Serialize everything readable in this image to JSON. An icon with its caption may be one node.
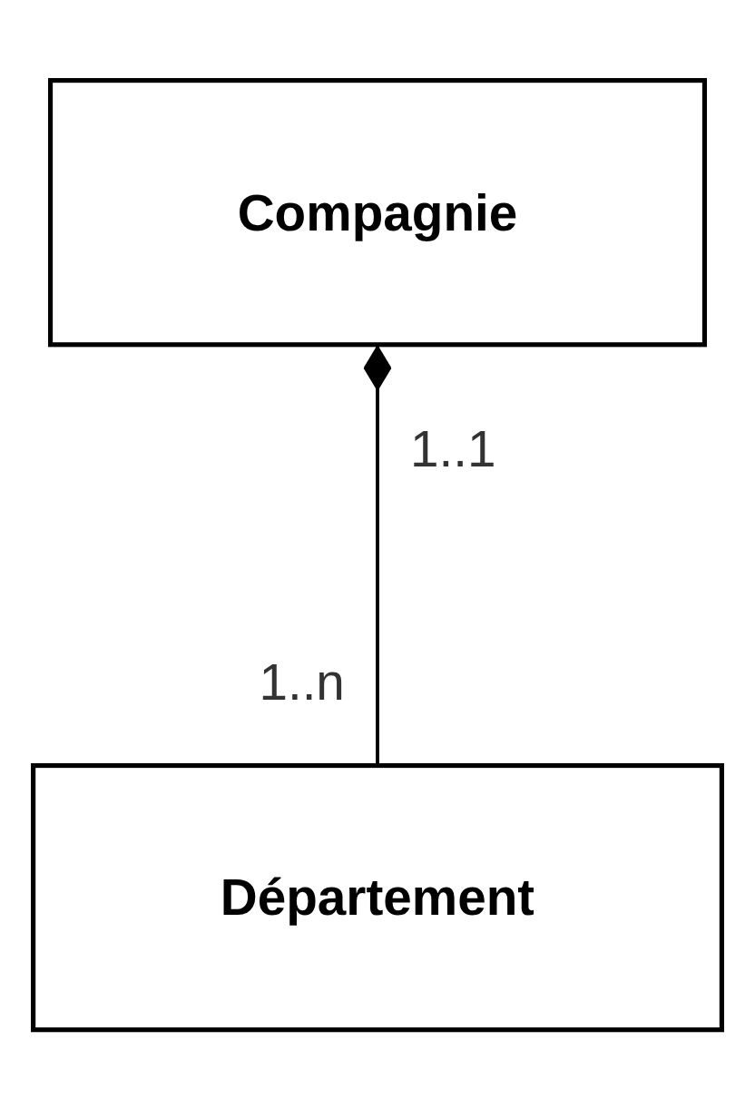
{
  "diagram": {
    "nodes": [
      {
        "text": [
          "Compagnie"
        ]
      },
      {
        "text": [
          "Département"
        ]
      }
    ],
    "edges": [
      {
        "from": 0,
        "to": 1,
        "arrow": "other"
      }
    ],
    "labels": [
      "1..1",
      "1..n"
    ]
  }
}
